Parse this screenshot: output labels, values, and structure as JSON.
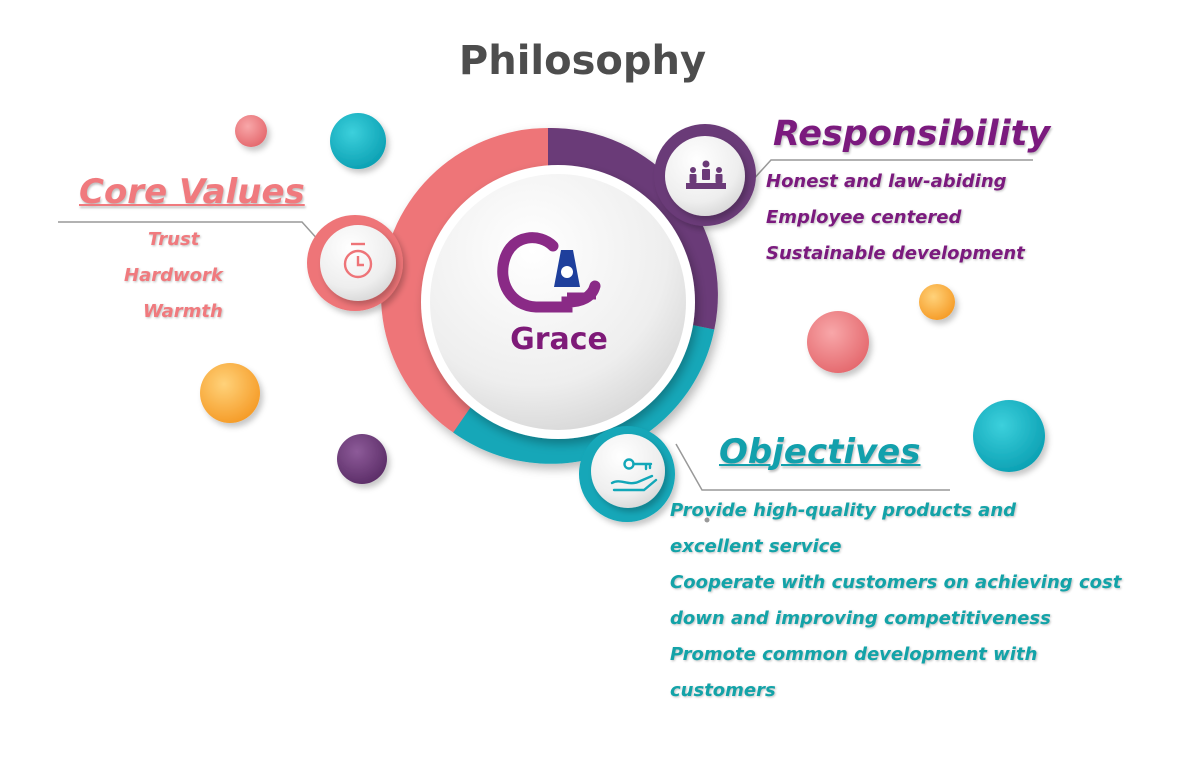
{
  "title": "Philosophy",
  "center": {
    "brand_name": "Grace",
    "logo_icon": "grace-logo-icon"
  },
  "sections": {
    "core_values": {
      "heading": "Core Values",
      "icon": "clock-icon",
      "color": "#f07a7e",
      "items": [
        "Trust",
        "Hardwork",
        "Warmth"
      ]
    },
    "responsibility": {
      "heading": "Responsibility",
      "icon": "people-podium-icon",
      "color": "#6b3a78",
      "items": [
        "Honest and law-abiding",
        "Employee centered",
        "Sustainable development"
      ]
    },
    "objectives": {
      "heading": "Objectives",
      "icon": "hand-key-icon",
      "color": "#12a7b8",
      "items": [
        "Provide high-quality products and",
        "excellent service",
        "Cooperate with customers on achieving cost",
        "down and improving competitiveness",
        "Promote common development with",
        "customers"
      ]
    }
  },
  "colors": {
    "coral": "#ee7478",
    "purple": "#6b3a78",
    "teal": "#12a7b8",
    "orange": "#f8a93b",
    "title_gray": "#4d4d4d"
  }
}
